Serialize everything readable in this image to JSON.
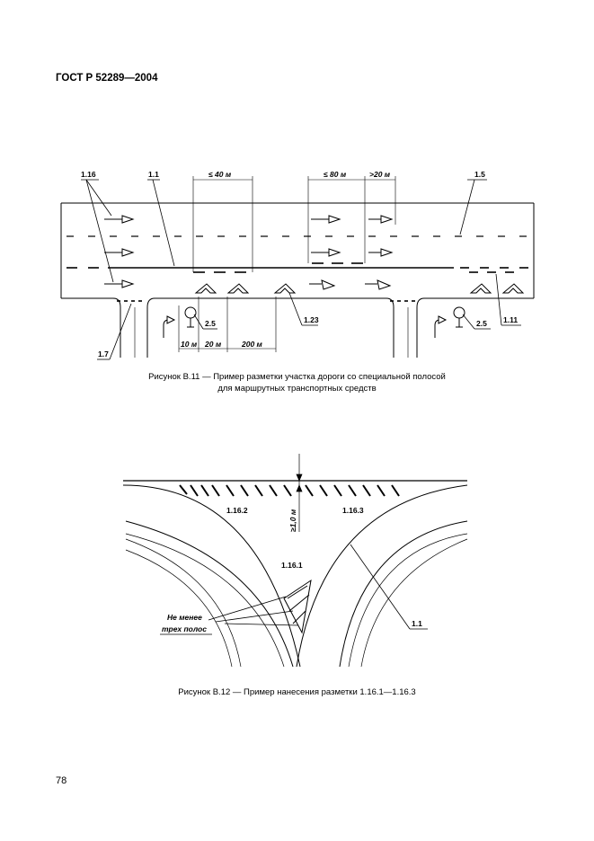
{
  "header": {
    "title": "ГОСТ Р 52289—2004"
  },
  "page_number": "78",
  "figure1": {
    "caption_line1": "Рисунок В.11 — Пример разметки участка дороги со специальной полосой",
    "caption_line2": "для маршрутных транспортных средств",
    "labels": {
      "l116": "1.16",
      "l11": "1.1",
      "l15": "1.5",
      "l17": "1.7",
      "l25a": "2.5",
      "l123": "1.23",
      "l25b": "2.5",
      "l111": "1.11"
    },
    "dims": {
      "d40": "≤ 40 м",
      "d80": "≤ 80 м",
      "d20": ">20 м",
      "d10": "10 м",
      "d20b": "20 м",
      "d200": "200 м"
    }
  },
  "figure2": {
    "caption": "Рисунок В.12 — Пример нанесения разметки 1.16.1—1.16.3",
    "labels": {
      "l1162": "1.16.2",
      "l1163": "1.16.3",
      "l1161": "1.16.1",
      "l11": "1.1",
      "dim": "≥1,0 м",
      "note1": "Не менее",
      "note2": "трех полос"
    }
  }
}
